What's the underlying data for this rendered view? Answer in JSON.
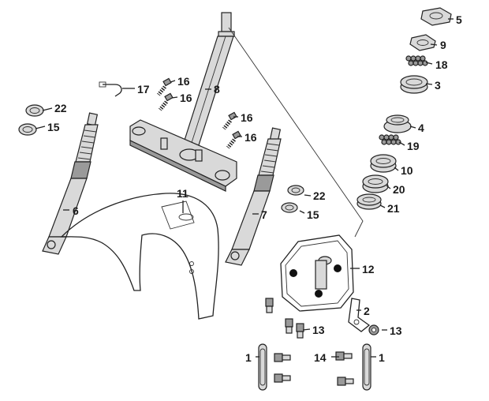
{
  "callouts": [
    {
      "id": "c1a",
      "text": "1"
    },
    {
      "id": "c1b",
      "text": "1"
    },
    {
      "id": "c2",
      "text": "2"
    },
    {
      "id": "c3",
      "text": "3"
    },
    {
      "id": "c4",
      "text": "4"
    },
    {
      "id": "c5",
      "text": "5"
    },
    {
      "id": "c6",
      "text": "6"
    },
    {
      "id": "c7",
      "text": "7"
    },
    {
      "id": "c8",
      "text": "8"
    },
    {
      "id": "c9",
      "text": "9"
    },
    {
      "id": "c10",
      "text": "10"
    },
    {
      "id": "c11",
      "text": "11"
    },
    {
      "id": "c12",
      "text": "12"
    },
    {
      "id": "c13a",
      "text": "13"
    },
    {
      "id": "c13b",
      "text": "13"
    },
    {
      "id": "c14",
      "text": "14"
    },
    {
      "id": "c15a",
      "text": "15"
    },
    {
      "id": "c15b",
      "text": "15"
    },
    {
      "id": "c16a",
      "text": "16"
    },
    {
      "id": "c16b",
      "text": "16"
    },
    {
      "id": "c16c",
      "text": "16"
    },
    {
      "id": "c16d",
      "text": "16"
    },
    {
      "id": "c17",
      "text": "17"
    },
    {
      "id": "c18",
      "text": "18"
    },
    {
      "id": "c19",
      "text": "19"
    },
    {
      "id": "c20",
      "text": "20"
    },
    {
      "id": "c21",
      "text": "21"
    },
    {
      "id": "c22a",
      "text": "22"
    },
    {
      "id": "c22b",
      "text": "22"
    }
  ]
}
